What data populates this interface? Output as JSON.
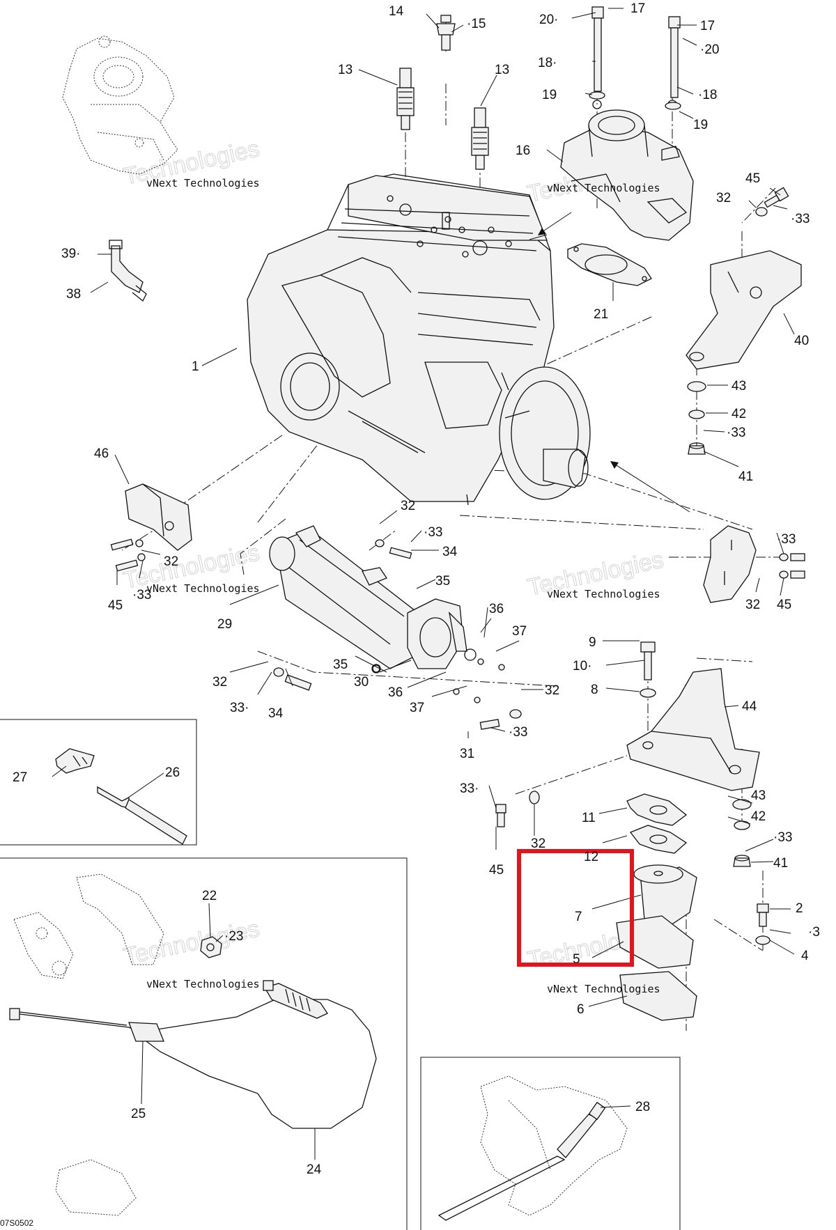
{
  "diagram": {
    "drawing_code": "07S0502",
    "watermark": "vNext Technologies",
    "drop_glyph": "·",
    "callouts": [
      {
        "id": "c14",
        "text": "14"
      },
      {
        "id": "c15",
        "text": "15",
        "drop": true
      },
      {
        "id": "c20a",
        "text": "20",
        "drop": true
      },
      {
        "id": "c17a",
        "text": "17"
      },
      {
        "id": "c17b",
        "text": "17"
      },
      {
        "id": "c20b",
        "text": "20",
        "drop": true
      },
      {
        "id": "c18a",
        "text": "18",
        "drop": true
      },
      {
        "id": "c18b",
        "text": "18",
        "drop": true
      },
      {
        "id": "c19a",
        "text": "19"
      },
      {
        "id": "c19b",
        "text": "19"
      },
      {
        "id": "c13a",
        "text": "13"
      },
      {
        "id": "c13b",
        "text": "13"
      },
      {
        "id": "c16",
        "text": "16"
      },
      {
        "id": "c45a",
        "text": "45"
      },
      {
        "id": "c32a",
        "text": "32"
      },
      {
        "id": "c33a",
        "text": "33",
        "drop": true
      },
      {
        "id": "c39",
        "text": "39",
        "drop": true
      },
      {
        "id": "c38",
        "text": "38"
      },
      {
        "id": "c21",
        "text": "21"
      },
      {
        "id": "c40",
        "text": "40"
      },
      {
        "id": "c1",
        "text": "1"
      },
      {
        "id": "c43a",
        "text": "43"
      },
      {
        "id": "c42a",
        "text": "42"
      },
      {
        "id": "c33b",
        "text": "33",
        "drop": true
      },
      {
        "id": "c41a",
        "text": "41"
      },
      {
        "id": "c46",
        "text": "46"
      },
      {
        "id": "c32b",
        "text": "32"
      },
      {
        "id": "c33c",
        "text": "33",
        "drop": true
      },
      {
        "id": "c34a",
        "text": "34"
      },
      {
        "id": "c32c",
        "text": "32"
      },
      {
        "id": "c45b",
        "text": "45"
      },
      {
        "id": "c33d",
        "text": "33",
        "drop": true
      },
      {
        "id": "c33e",
        "text": "33",
        "drop": true
      },
      {
        "id": "c32d",
        "text": "32"
      },
      {
        "id": "c45c",
        "text": "45"
      },
      {
        "id": "c35a",
        "text": "35"
      },
      {
        "id": "c29",
        "text": "29"
      },
      {
        "id": "c36a",
        "text": "36"
      },
      {
        "id": "c37a",
        "text": "37"
      },
      {
        "id": "c9",
        "text": "9"
      },
      {
        "id": "c10",
        "text": "10",
        "drop": true
      },
      {
        "id": "c8",
        "text": "8"
      },
      {
        "id": "c35b",
        "text": "35"
      },
      {
        "id": "c30",
        "text": "30"
      },
      {
        "id": "c32e",
        "text": "32"
      },
      {
        "id": "c33f",
        "text": "33",
        "drop": true
      },
      {
        "id": "c34b",
        "text": "34"
      },
      {
        "id": "c36b",
        "text": "36"
      },
      {
        "id": "c37b",
        "text": "37"
      },
      {
        "id": "c32f",
        "text": "32"
      },
      {
        "id": "c44",
        "text": "44"
      },
      {
        "id": "c33g",
        "text": "33",
        "drop": true
      },
      {
        "id": "c31",
        "text": "31"
      },
      {
        "id": "c27",
        "text": "27"
      },
      {
        "id": "c26",
        "text": "26"
      },
      {
        "id": "c33h",
        "text": "33",
        "drop": true
      },
      {
        "id": "c43b",
        "text": "43"
      },
      {
        "id": "c11",
        "text": "11"
      },
      {
        "id": "c42b",
        "text": "42"
      },
      {
        "id": "c32g",
        "text": "32"
      },
      {
        "id": "c33i",
        "text": "33",
        "drop": true
      },
      {
        "id": "c12",
        "text": "12"
      },
      {
        "id": "c45d",
        "text": "45"
      },
      {
        "id": "c41b",
        "text": "41"
      },
      {
        "id": "c22",
        "text": "22"
      },
      {
        "id": "c2",
        "text": "2"
      },
      {
        "id": "c7",
        "text": "7"
      },
      {
        "id": "c23",
        "text": "23",
        "drop": true
      },
      {
        "id": "c3",
        "text": "3",
        "drop": true
      },
      {
        "id": "c4",
        "text": "4"
      },
      {
        "id": "c5",
        "text": "5"
      },
      {
        "id": "c6",
        "text": "6"
      },
      {
        "id": "c28",
        "text": "28"
      },
      {
        "id": "c25",
        "text": "25"
      },
      {
        "id": "c24",
        "text": "24"
      }
    ],
    "highlight_color": "#e3141b"
  }
}
